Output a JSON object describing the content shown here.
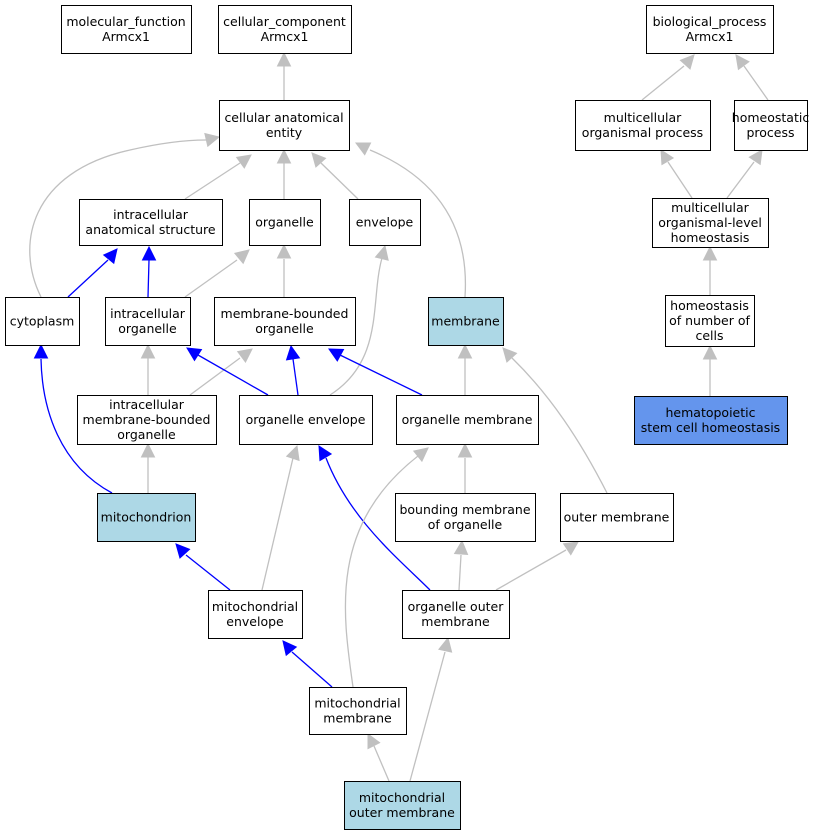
{
  "colors": {
    "default_fill": "#ffffff",
    "annotated_fill": "#add8e6",
    "query_fill": "#6495ed",
    "is_a_edge": "#c0c0c0",
    "part_of_edge": "#0000ff"
  },
  "nodes": [
    {
      "id": "mf",
      "lines": [
        "molecular_function",
        "Armcx1"
      ],
      "fill": "default"
    },
    {
      "id": "cc",
      "lines": [
        "cellular_component",
        "Armcx1"
      ],
      "fill": "default"
    },
    {
      "id": "bp",
      "lines": [
        "biological_process",
        "Armcx1"
      ],
      "fill": "default"
    },
    {
      "id": "cae",
      "lines": [
        "cellular anatomical",
        "entity"
      ],
      "fill": "default"
    },
    {
      "id": "mp",
      "lines": [
        "multicellular",
        "organismal process"
      ],
      "fill": "default"
    },
    {
      "id": "hp",
      "lines": [
        "homeostatic",
        "process"
      ],
      "fill": "default"
    },
    {
      "id": "ias",
      "lines": [
        "intracellular",
        "anatomical structure"
      ],
      "fill": "default"
    },
    {
      "id": "org",
      "lines": [
        "organelle"
      ],
      "fill": "default"
    },
    {
      "id": "env",
      "lines": [
        "envelope"
      ],
      "fill": "default"
    },
    {
      "id": "mlh",
      "lines": [
        "multicellular",
        "organismal-level",
        "homeostasis"
      ],
      "fill": "default"
    },
    {
      "id": "cyt",
      "lines": [
        "cytoplasm"
      ],
      "fill": "default"
    },
    {
      "id": "io",
      "lines": [
        "intracellular",
        "organelle"
      ],
      "fill": "default"
    },
    {
      "id": "mbo",
      "lines": [
        "membrane-bounded",
        "organelle"
      ],
      "fill": "default"
    },
    {
      "id": "mem",
      "lines": [
        "membrane"
      ],
      "fill": "annotated"
    },
    {
      "id": "hnc",
      "lines": [
        "homeostasis",
        "of number of",
        "cells"
      ],
      "fill": "default"
    },
    {
      "id": "imbo",
      "lines": [
        "intracellular",
        "membrane-bounded",
        "organelle"
      ],
      "fill": "default"
    },
    {
      "id": "oe",
      "lines": [
        "organelle envelope"
      ],
      "fill": "default"
    },
    {
      "id": "om",
      "lines": [
        "organelle membrane"
      ],
      "fill": "default"
    },
    {
      "id": "hsch",
      "lines": [
        "hematopoietic",
        "stem cell homeostasis"
      ],
      "fill": "query"
    },
    {
      "id": "mito",
      "lines": [
        "mitochondrion"
      ],
      "fill": "annotated"
    },
    {
      "id": "bmo",
      "lines": [
        "bounding membrane",
        "of organelle"
      ],
      "fill": "default"
    },
    {
      "id": "outm",
      "lines": [
        "outer membrane"
      ],
      "fill": "default"
    },
    {
      "id": "menv",
      "lines": [
        "mitochondrial",
        "envelope"
      ],
      "fill": "default"
    },
    {
      "id": "oom",
      "lines": [
        "organelle outer",
        "membrane"
      ],
      "fill": "default"
    },
    {
      "id": "mmem",
      "lines": [
        "mitochondrial",
        "membrane"
      ],
      "fill": "default"
    },
    {
      "id": "mom",
      "lines": [
        "mitochondrial",
        "outer membrane"
      ],
      "fill": "annotated"
    }
  ],
  "edges": [
    {
      "from": "cae",
      "to": "cc",
      "type": "is_a"
    },
    {
      "from": "mp",
      "to": "bp",
      "type": "is_a"
    },
    {
      "from": "hp",
      "to": "bp",
      "type": "is_a"
    },
    {
      "from": "ias",
      "to": "cae",
      "type": "is_a"
    },
    {
      "from": "org",
      "to": "cae",
      "type": "is_a"
    },
    {
      "from": "env",
      "to": "cae",
      "type": "is_a"
    },
    {
      "from": "cyt",
      "to": "cae",
      "type": "is_a"
    },
    {
      "from": "mem",
      "to": "cae",
      "type": "is_a"
    },
    {
      "from": "mlh",
      "to": "mp",
      "type": "is_a"
    },
    {
      "from": "mlh",
      "to": "hp",
      "type": "is_a"
    },
    {
      "from": "cyt",
      "to": "ias",
      "type": "part_of"
    },
    {
      "from": "io",
      "to": "ias",
      "type": "part_of"
    },
    {
      "from": "io",
      "to": "org",
      "type": "is_a"
    },
    {
      "from": "mbo",
      "to": "org",
      "type": "is_a"
    },
    {
      "from": "hnc",
      "to": "mlh",
      "type": "is_a"
    },
    {
      "from": "imbo",
      "to": "io",
      "type": "is_a"
    },
    {
      "from": "imbo",
      "to": "mbo",
      "type": "is_a"
    },
    {
      "from": "oe",
      "to": "io",
      "type": "part_of"
    },
    {
      "from": "oe",
      "to": "mbo",
      "type": "part_of"
    },
    {
      "from": "oe",
      "to": "env",
      "type": "is_a"
    },
    {
      "from": "om",
      "to": "mbo",
      "type": "part_of"
    },
    {
      "from": "om",
      "to": "mem",
      "type": "is_a"
    },
    {
      "from": "hsch",
      "to": "hnc",
      "type": "is_a"
    },
    {
      "from": "mito",
      "to": "cyt",
      "type": "part_of"
    },
    {
      "from": "mito",
      "to": "imbo",
      "type": "is_a"
    },
    {
      "from": "bmo",
      "to": "om",
      "type": "is_a"
    },
    {
      "from": "outm",
      "to": "mem",
      "type": "is_a"
    },
    {
      "from": "menv",
      "to": "mito",
      "type": "part_of"
    },
    {
      "from": "menv",
      "to": "oe",
      "type": "is_a"
    },
    {
      "from": "oom",
      "to": "oe",
      "type": "part_of"
    },
    {
      "from": "oom",
      "to": "bmo",
      "type": "is_a"
    },
    {
      "from": "oom",
      "to": "outm",
      "type": "is_a"
    },
    {
      "from": "mmem",
      "to": "menv",
      "type": "part_of"
    },
    {
      "from": "mmem",
      "to": "om",
      "type": "is_a"
    },
    {
      "from": "mom",
      "to": "mmem",
      "type": "is_a"
    },
    {
      "from": "mom",
      "to": "oom",
      "type": "is_a"
    }
  ]
}
